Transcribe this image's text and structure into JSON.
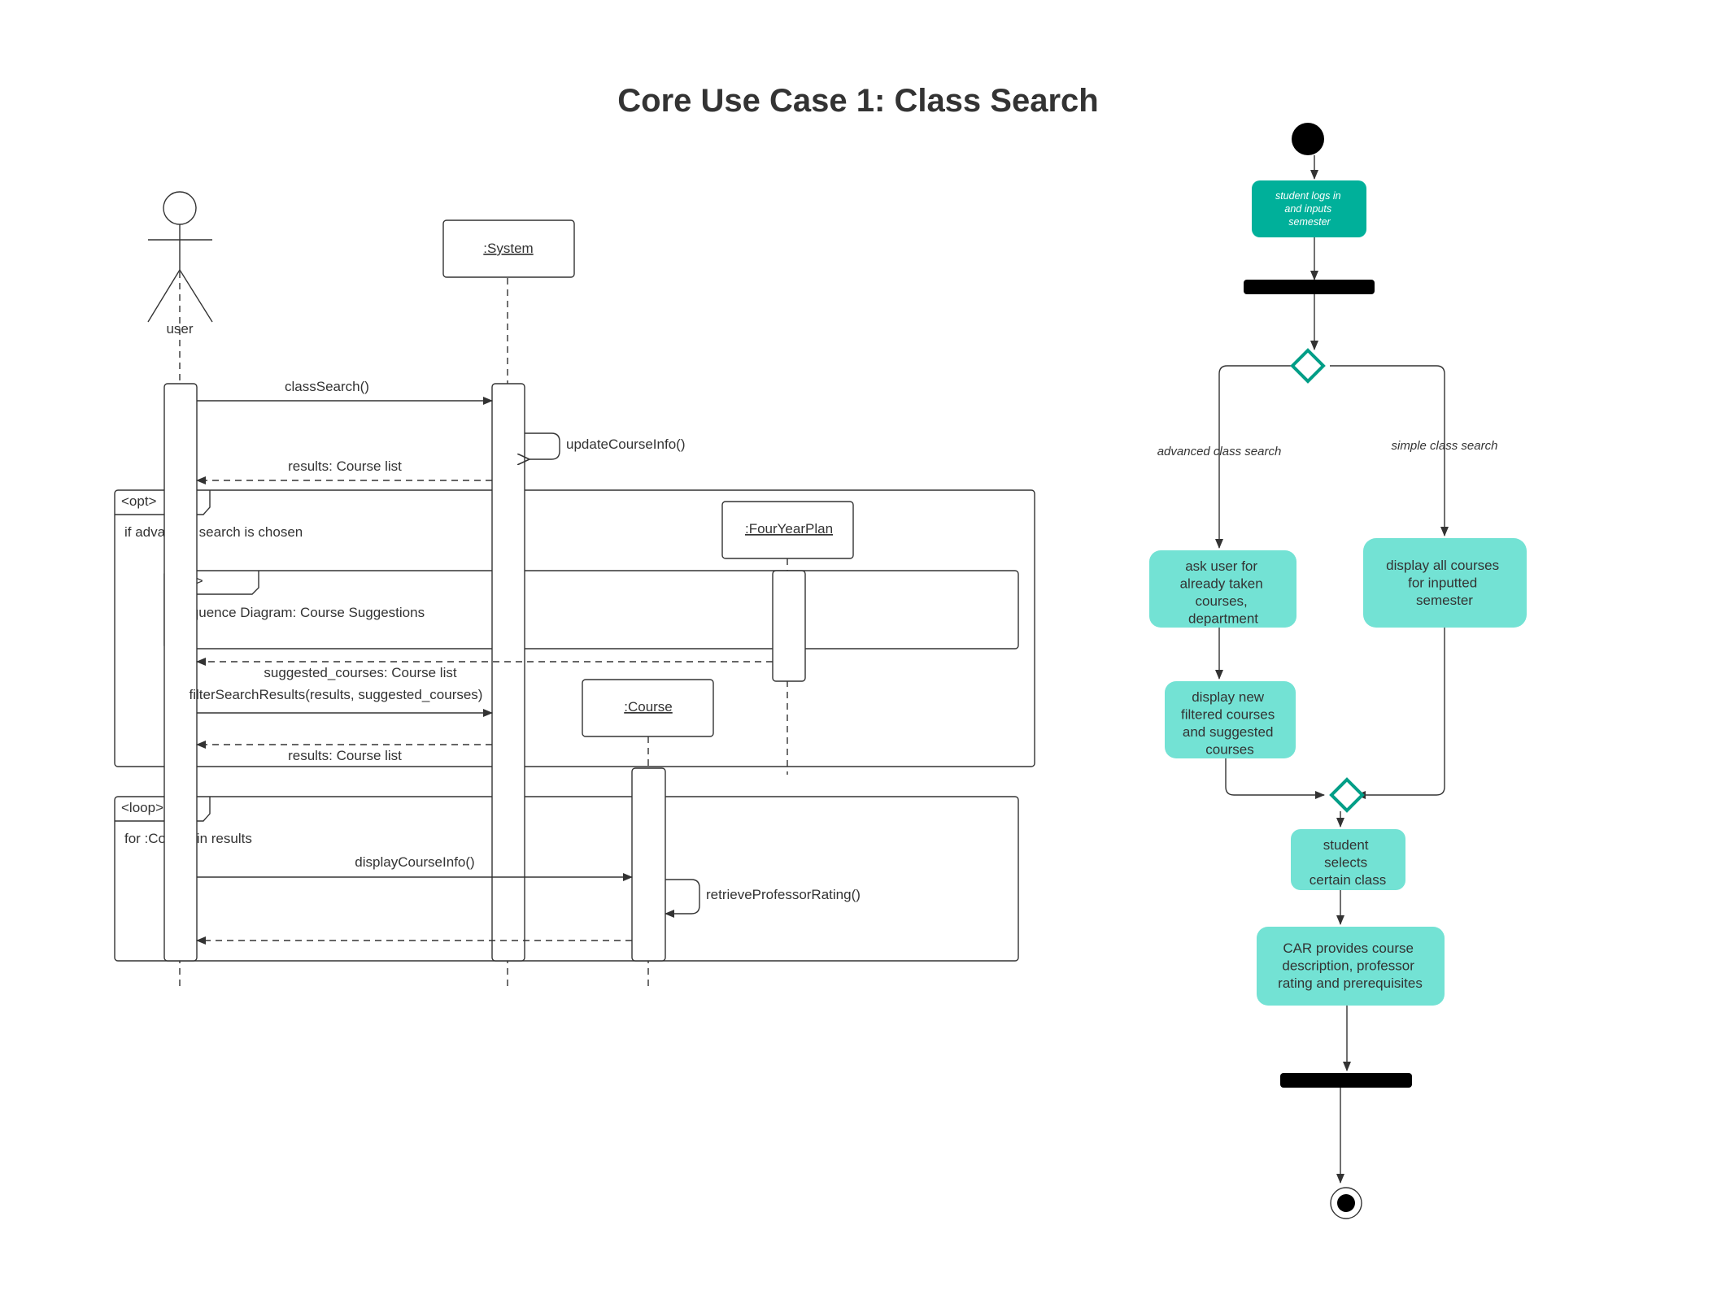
{
  "title": "Core Use Case 1: Class Search",
  "colors": {
    "line": "#333333",
    "teal_dark": "#00B09A",
    "teal_light": "#73E2D4",
    "diamond": "#009E87",
    "black": "#000000"
  },
  "sequence": {
    "actor_label": "user",
    "lifelines": {
      "system": ":System",
      "fouryearplan": ":FourYearPlan",
      "course": ":Course"
    },
    "messages": {
      "class_search": "classSearch()",
      "update_course_info": "updateCourseInfo()",
      "results_1": "results: Course list",
      "suggested_courses": "suggested_courses: Course list",
      "filter_search_results": "filterSearchResults(results, suggested_courses)",
      "results_2": "results: Course list",
      "display_course_info": "displayCourseInfo()",
      "retrieve_professor_rating": "retrieveProfessorRating()"
    },
    "fragments": {
      "opt_label": "<opt>",
      "opt_guard": "if advanced search is chosen",
      "ref_label": "<ref>",
      "ref_text": "Sequence Diagram: Course Suggestions",
      "loop_label": "<loop>",
      "loop_guard": "for :Course in results"
    }
  },
  "activity": {
    "start_action": [
      "student logs in",
      "and inputs",
      "semester"
    ],
    "branch_advanced": "advanced class search",
    "branch_simple": "simple class search",
    "ask_user": [
      "ask user for",
      "already taken",
      "courses,",
      "department"
    ],
    "display_all": [
      "display all courses",
      "for inputted",
      "semester"
    ],
    "display_filtered": [
      "display new",
      "filtered courses",
      "and suggested",
      "courses"
    ],
    "student_selects": [
      "student",
      "selects",
      "certain class"
    ],
    "car_provides": [
      "CAR provides course",
      "description, professor",
      "rating and prerequisites"
    ]
  }
}
